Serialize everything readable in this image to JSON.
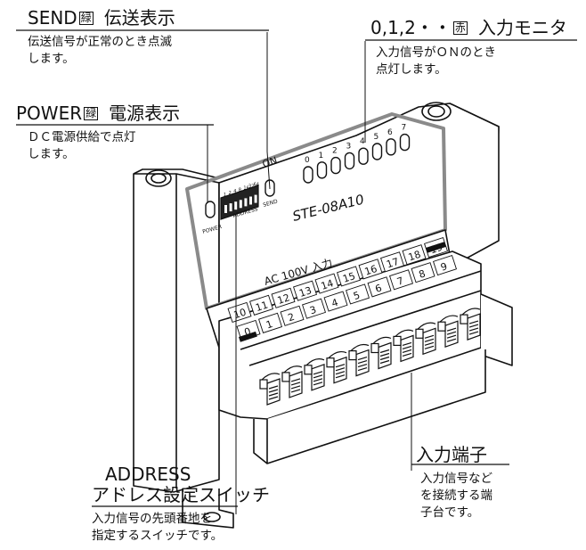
{
  "callouts": {
    "send": {
      "title": "SEND",
      "color_mark": "緑",
      "subtitle": "伝送表示",
      "desc": "伝送信号が正常のとき点滅\nします。"
    },
    "monitor": {
      "title": "0,1,2・・",
      "color_mark": "赤",
      "subtitle": "入力モニタ",
      "desc": "入力信号がＯＮのとき\n点灯します。"
    },
    "power": {
      "title": "POWER",
      "color_mark": "緑",
      "subtitle": "電源表示",
      "desc": "ＤＣ電源供給で点灯\nします。"
    },
    "address": {
      "title": "ADDRESS",
      "subtitle": "アドレス設定スイッチ",
      "desc": "入力信号の先頭番地を\n指定するスイッチです。"
    },
    "terminal": {
      "title": "入力端子",
      "desc": "入力信号など\nを接続する端\n子台です。"
    }
  },
  "device": {
    "model": "STE-08A10",
    "input_label": "AC 100V 入力",
    "on_label": "ON",
    "power_label": "POWER",
    "address_label": "ADDRESS",
    "send_label": "SEND",
    "dip_values": [
      "1",
      "2",
      "4",
      "8",
      "16",
      "32",
      "64"
    ],
    "led_numbers": [
      "0",
      "1",
      "2",
      "3",
      "4",
      "5",
      "6",
      "7"
    ],
    "terminals_back": [
      "10",
      "11",
      "12",
      "13",
      "14",
      "15",
      "16",
      "17",
      "18",
      "19"
    ],
    "terminals_front": [
      "0",
      "1",
      "2",
      "3",
      "4",
      "5",
      "6",
      "7",
      "8",
      "9"
    ]
  }
}
